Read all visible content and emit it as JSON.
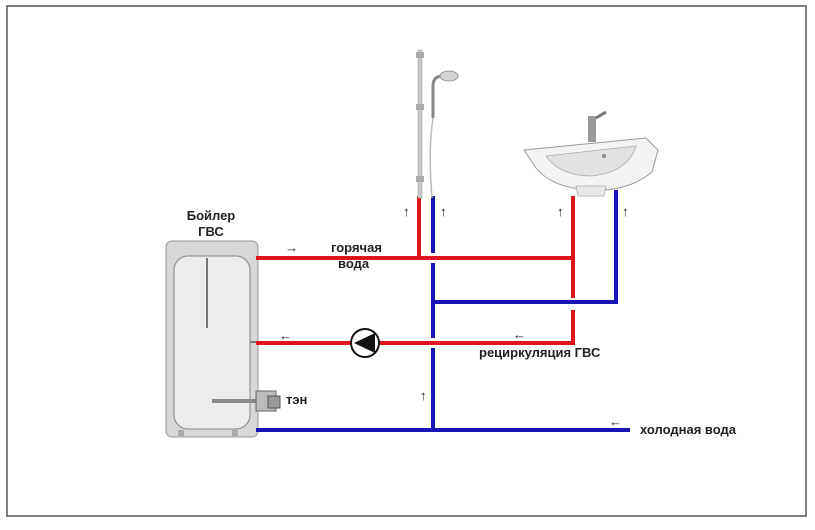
{
  "labels": {
    "boiler_line1": "Бойлер",
    "boiler_line2": "ГВС",
    "hot_line1": "горячая",
    "hot_line2": "вода",
    "recirculation": "рециркуляция ГВС",
    "heater": "тэн",
    "cold": "холодная вода"
  },
  "colors": {
    "hot_pipe": "#e0141e",
    "cold_pipe": "#1a14b4",
    "frame": "#555555",
    "boiler_shell": "#d8d8d8",
    "boiler_body": "#eeeeee"
  },
  "icons": {
    "flow_arrow_right": "→",
    "flow_arrow_left": "←",
    "flow_arrow_up": "↑",
    "pump": "pump-icon",
    "shower": "shower-icon",
    "sink": "sink-icon",
    "heater": "heating-element-icon"
  }
}
